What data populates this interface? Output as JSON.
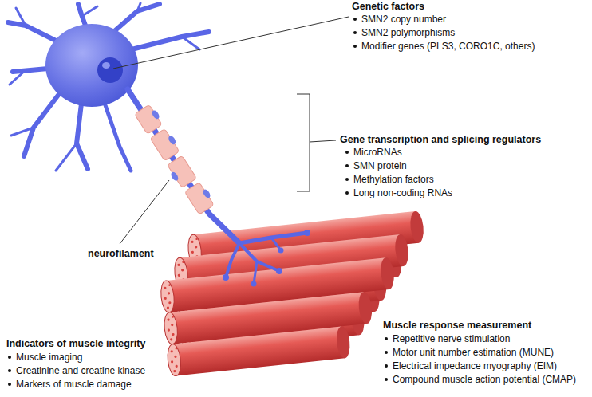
{
  "diagram": {
    "labels": [
      "Genetic factors",
      "SMN2 copy number",
      "SMN2 polymorphisms",
      "Modifier genes (PLS3, CORO1C, others)",
      "Gene transcription and splicing regulators",
      "MicroRNAs",
      "SMN protein",
      "Methylation factors",
      "Long non-coding RNAs",
      "neurofilament",
      "Indicators of muscle integrity",
      "Muscle imaging",
      "Creatinine and creatine kinase",
      "Markers of muscle damage",
      "Muscle response measurement",
      "Repetitive nerve stimulation",
      "Motor unit number estimation (MUNE)",
      "Electrical impedance myography (EIM)",
      "Compound muscle action potential (CMAP)"
    ]
  }
}
